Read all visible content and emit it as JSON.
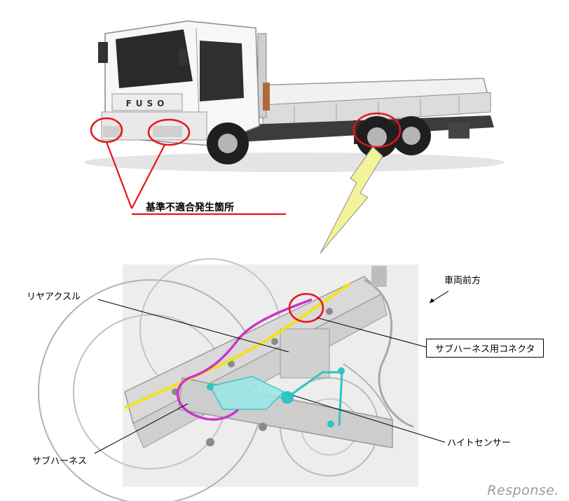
{
  "labels": {
    "defect_location": "基準不適合発生箇所",
    "rear_axle": "リヤアクスル",
    "vehicle_front": "車両前方",
    "sub_harness_connector": "サブハーネス用コネクタ",
    "height_sensor": "ハイトセンサー",
    "sub_harness": "サブハーネス"
  },
  "brand": {
    "truck_grille_text": "FUSO",
    "watermark": "Response."
  },
  "colors": {
    "highlight_red": "#e8141b",
    "harness_magenta": "#cc33cc",
    "cable_yellow": "#f2e318",
    "sensor_cyan": "#2ec4c4",
    "pointer_yellow": "#f3f39a"
  }
}
